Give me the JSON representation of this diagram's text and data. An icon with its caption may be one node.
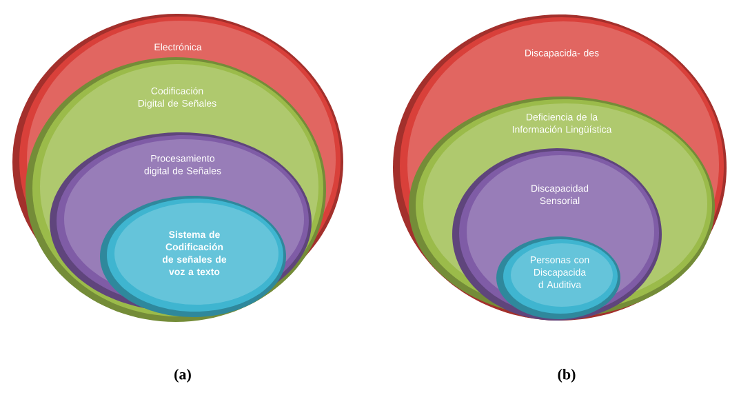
{
  "diagram": {
    "nodes": [
      {
        "text": [
          "Electrónica"
        ]
      },
      {
        "text": [
          "Codificación Digital de Señales"
        ],
        "in": 0
      },
      {
        "text": [
          "Procesamiento digital de Señales"
        ],
        "in": 1
      },
      {
        "text": [
          "Sistema de Codificación de señales de voz a texto"
        ],
        "in": 2
      },
      {
        "text": [
          "Discapacida- des"
        ]
      },
      {
        "text": [
          "Deficiencia de la Información Lingüística"
        ],
        "in": 4
      },
      {
        "text": [
          "Discapacidad Sensorial"
        ],
        "in": 5
      },
      {
        "text": [
          "Personas con Discapacida d Auditiva"
        ],
        "in": 6
      }
    ],
    "labels": [
      "(a)",
      "(b)"
    ]
  }
}
